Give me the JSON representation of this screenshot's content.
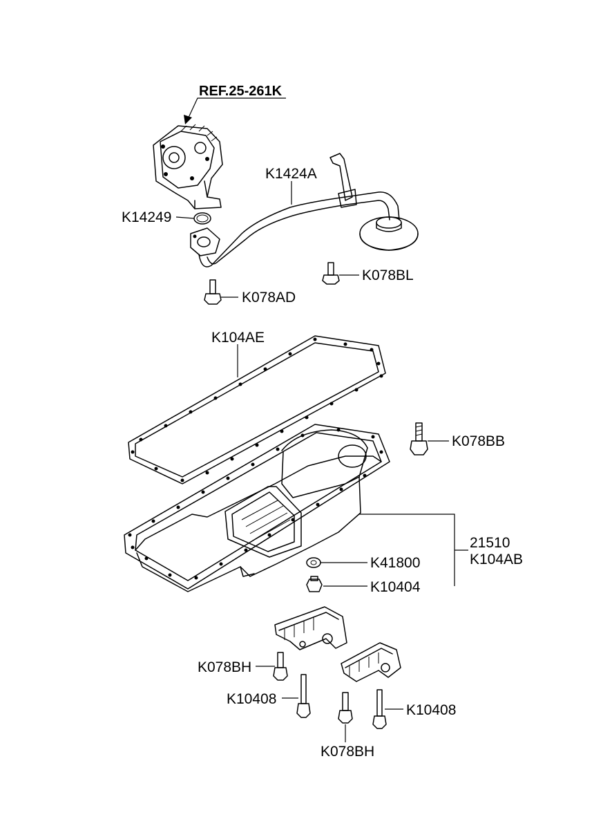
{
  "labels": {
    "ref": "REF.25-261K",
    "k14249": "K14249",
    "k1424a": "K1424A",
    "k078bl": "K078BL",
    "k078ad": "K078AD",
    "k104ae": "K104AE",
    "k078bb": "K078BB",
    "p21510": "21510",
    "k104ab": "K104AB",
    "k41800": "K41800",
    "k10404": "K10404",
    "k078bh_1": "K078BH",
    "k10408_1": "K10408",
    "k10408_2": "K10408",
    "k078bh_2": "K078BH"
  }
}
